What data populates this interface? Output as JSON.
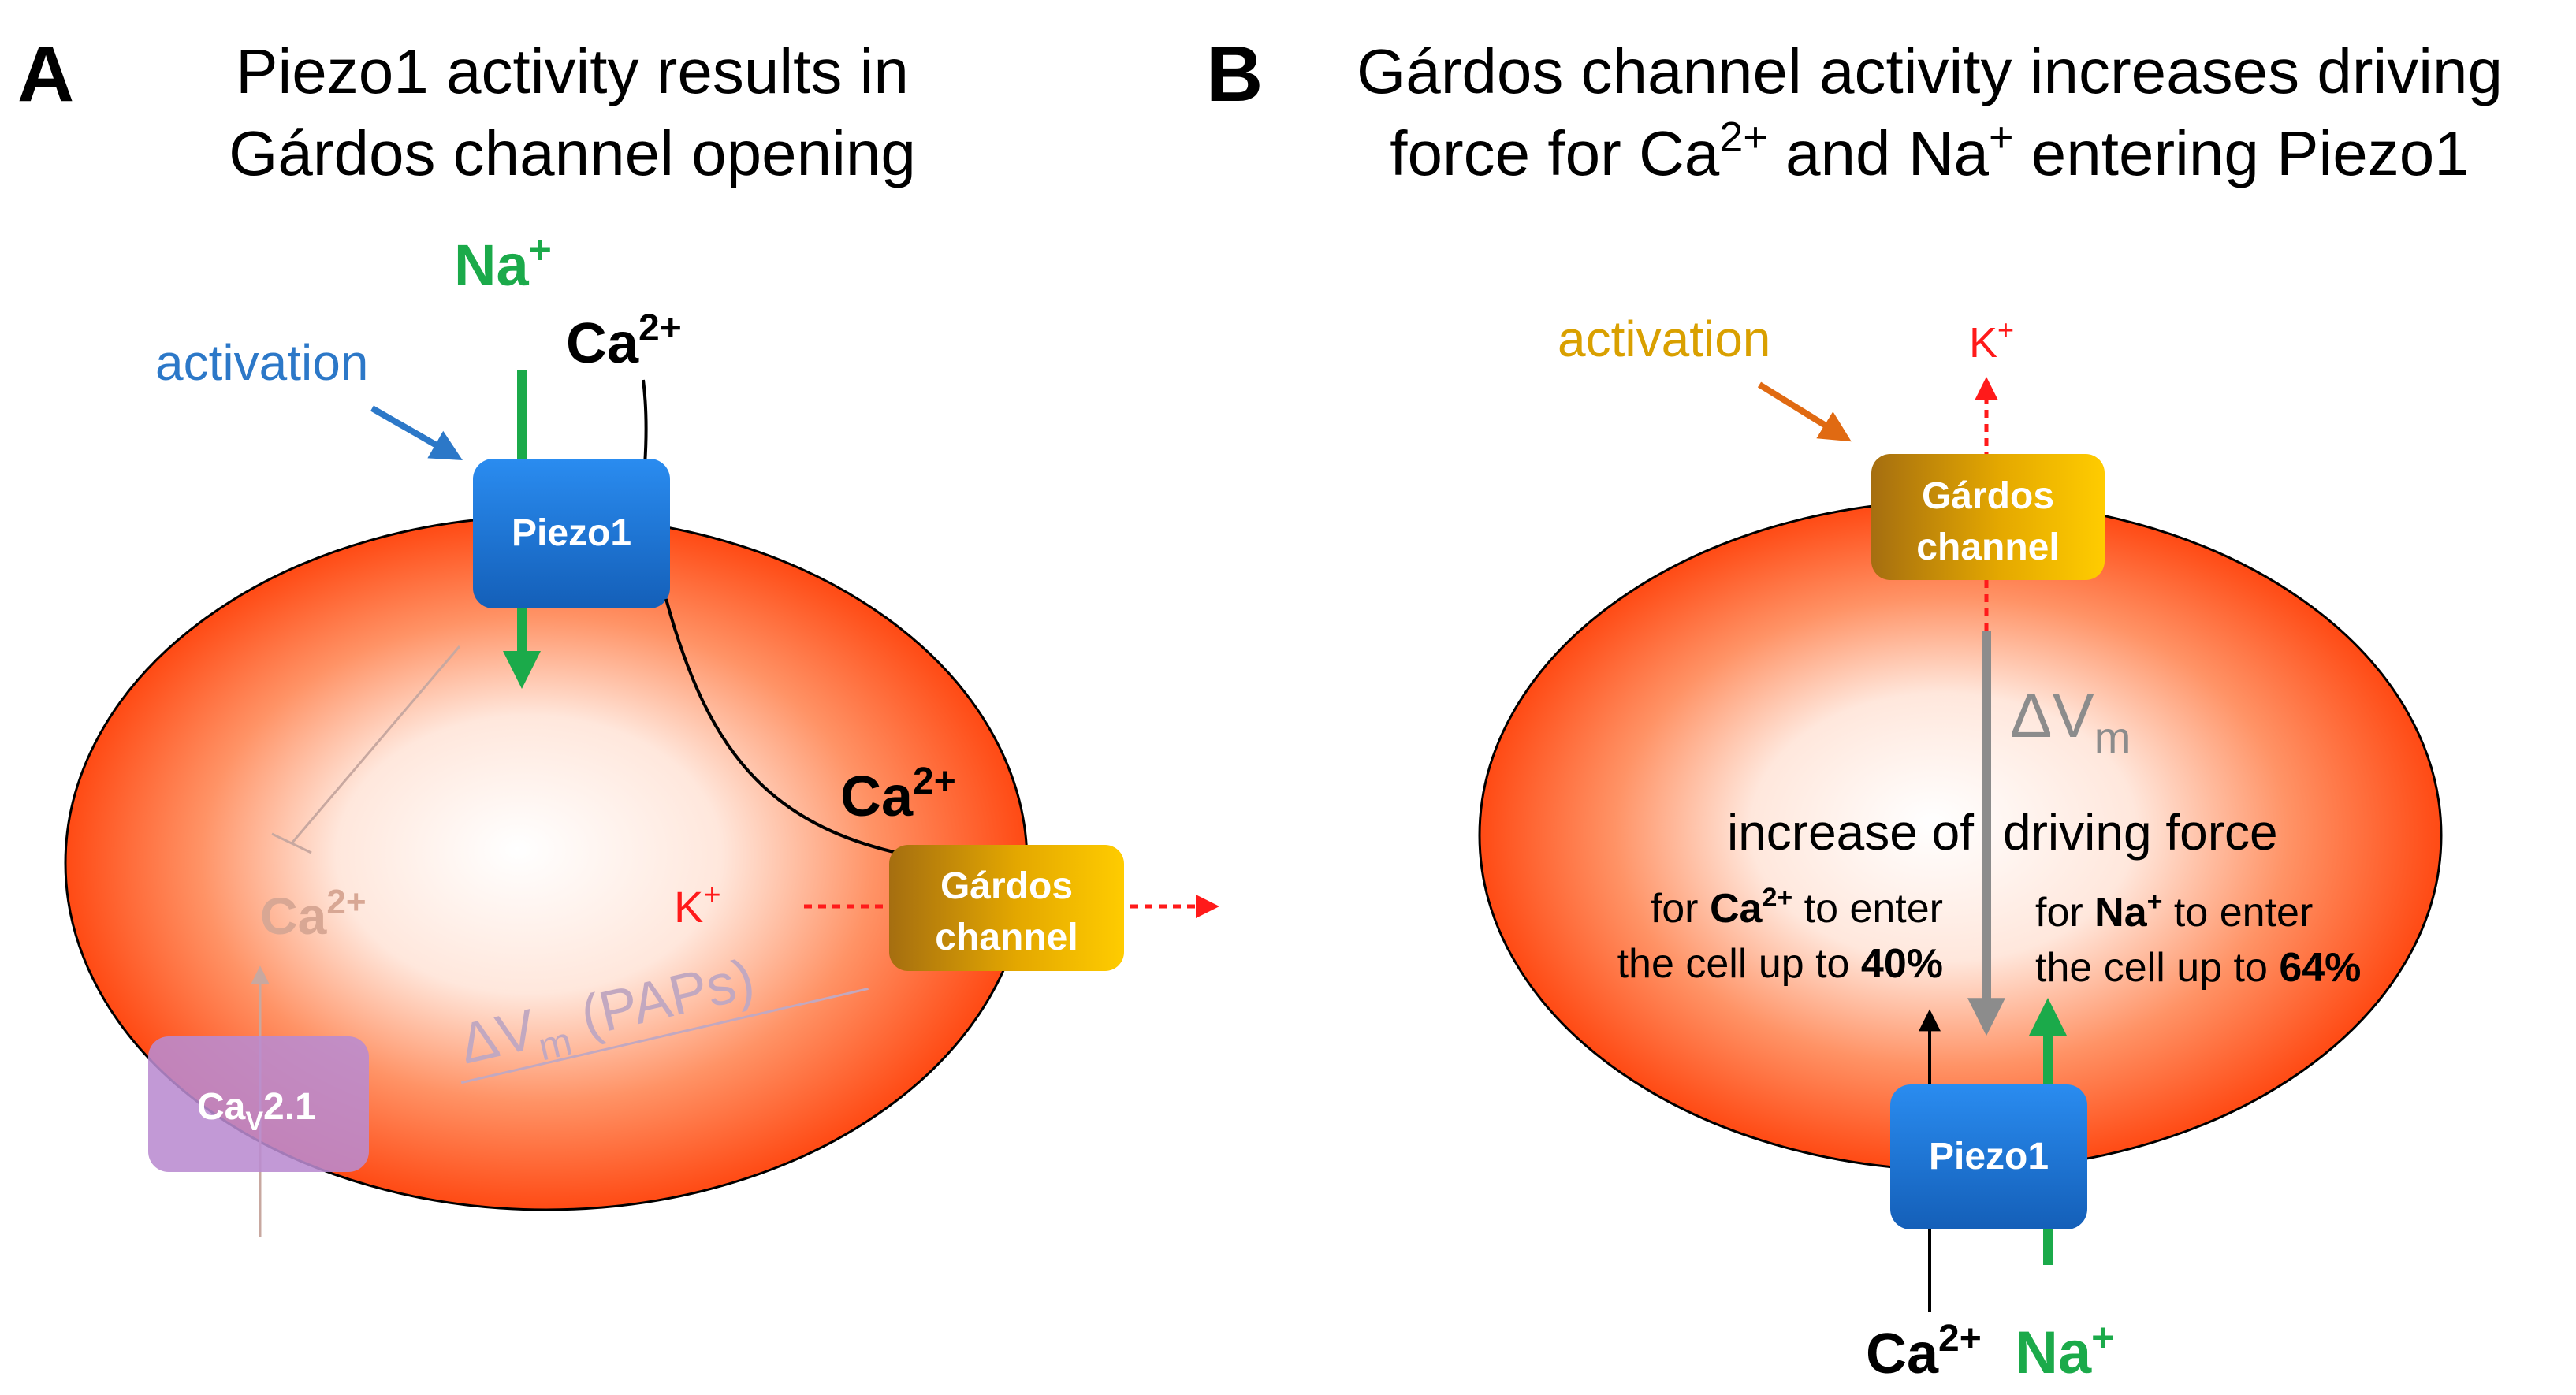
{
  "panel_a": {
    "letter": "A",
    "title_line1": "Piezo1 activity results in",
    "title_line2": "Gárdos channel opening",
    "na_top": "Na",
    "na_top_sup": "+",
    "ca_top": "Ca",
    "ca_top_sup": "2+",
    "activation": "activation",
    "piezo_label": "Piezo1",
    "ca_mid": "Ca",
    "ca_mid_sup": "2+",
    "gardos_line1": "Gárdos",
    "gardos_line2": "channel",
    "k_label": "K",
    "k_sup": "+",
    "ca_faded": "Ca",
    "ca_faded_sup": "2+",
    "dvm_delta": "ΔV",
    "dvm_sub": "m",
    "dvm_paps": " (PAPs)",
    "cav_main": "Ca",
    "cav_sub": "V",
    "cav_rest": "2.1"
  },
  "panel_b": {
    "letter": "B",
    "title_line1": "Gárdos channel activity increases driving",
    "title_line2_a": "force for Ca",
    "title_line2_sup1": "2+",
    "title_line2_b": " and Na",
    "title_line2_sup2": "+",
    "title_line2_c": " entering Piezo1",
    "activation": "activation",
    "k_label": "K",
    "k_sup": "+",
    "gardos_line1": "Gárdos",
    "gardos_line2": "channel",
    "dvm_delta": "ΔV",
    "dvm_sub": "m",
    "increase_left": "increase of",
    "increase_right": "driving force",
    "ca_text_1a": "for ",
    "ca_text_1b": "Ca",
    "ca_text_1sup": "2+",
    "ca_text_1c": " to enter",
    "ca_text_2a": "the cell up to ",
    "ca_text_2b": "40%",
    "na_text_1a": "for ",
    "na_text_1b": "Na",
    "na_text_1sup": "+",
    "na_text_1c": " to enter",
    "na_text_2a": "the cell up to ",
    "na_text_2b": "64%",
    "piezo_label": "Piezo1",
    "ca_bottom": "Ca",
    "ca_bottom_sup": "2+",
    "na_bottom": "Na",
    "na_bottom_sup": "+"
  },
  "colors": {
    "green": "#1BAA4A",
    "blue_activation": "#2C78C8",
    "orange_activation": "#D9A000",
    "orange_arrow": "#E06A12",
    "red": "#FF1A1A",
    "grey_arrow": "#8C8C8C",
    "piezo_blue": "#1F74D1",
    "gardos_gold": "#E8B000",
    "cell_edge": "#FF4A14",
    "cav_purple": "#B98BD0"
  }
}
